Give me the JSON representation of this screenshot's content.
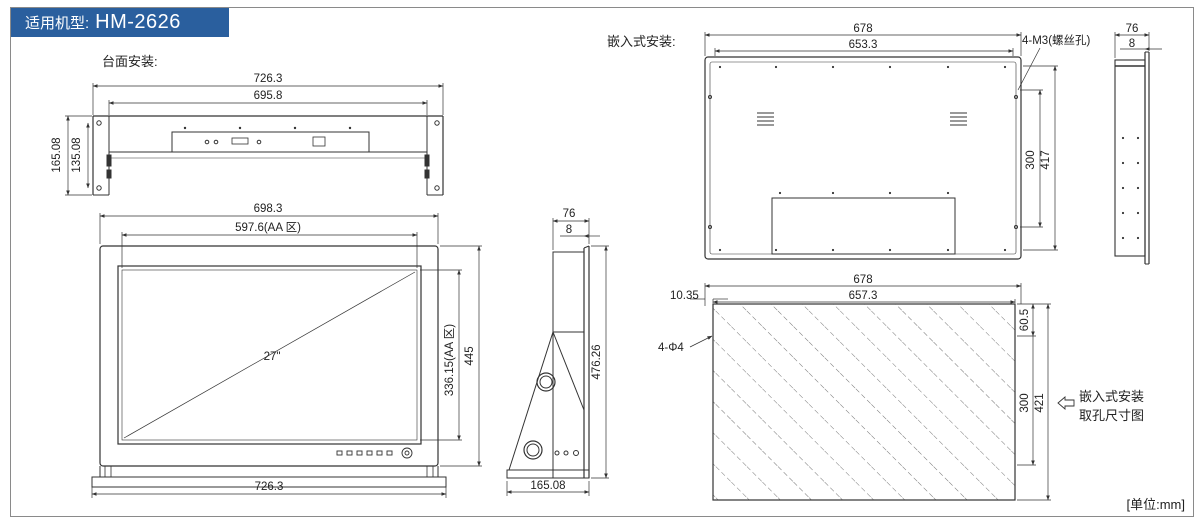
{
  "header": {
    "label": "适用机型:",
    "model": "HM-2626"
  },
  "sections": {
    "desktop": "台面安装:",
    "embedded": "嵌入式安装:",
    "cutout_line1": "嵌入式安装",
    "cutout_line2": "取孔尺寸图"
  },
  "unit": "[单位:mm]",
  "dims": {
    "top_w_outer": "726.3",
    "top_w_inner": "695.8",
    "top_h_outer": "165.08",
    "top_h_inner": "135.08",
    "front_w": "698.3",
    "front_aa": "597.6(AA 区)",
    "front_diag": "27\"",
    "front_h_aa": "336.15(AA 区)",
    "front_h": "445",
    "front_base": "726.3",
    "side_w": "76",
    "side_gap": "8",
    "side_h": "476.26",
    "side_base": "165.08",
    "emb_w_outer": "678",
    "emb_w_inner": "653.3",
    "emb_screw": "4-M3(螺丝孔)",
    "emb_h_inner": "300",
    "emb_h_outer": "417",
    "emb_side_w": "76",
    "emb_side_gap": "8",
    "cut_w_outer": "678",
    "cut_w_inner": "657.3",
    "cut_offset": "10.35",
    "cut_holes": "4-Φ4",
    "cut_top": "60.5",
    "cut_h_inner": "300",
    "cut_h_outer": "421"
  }
}
